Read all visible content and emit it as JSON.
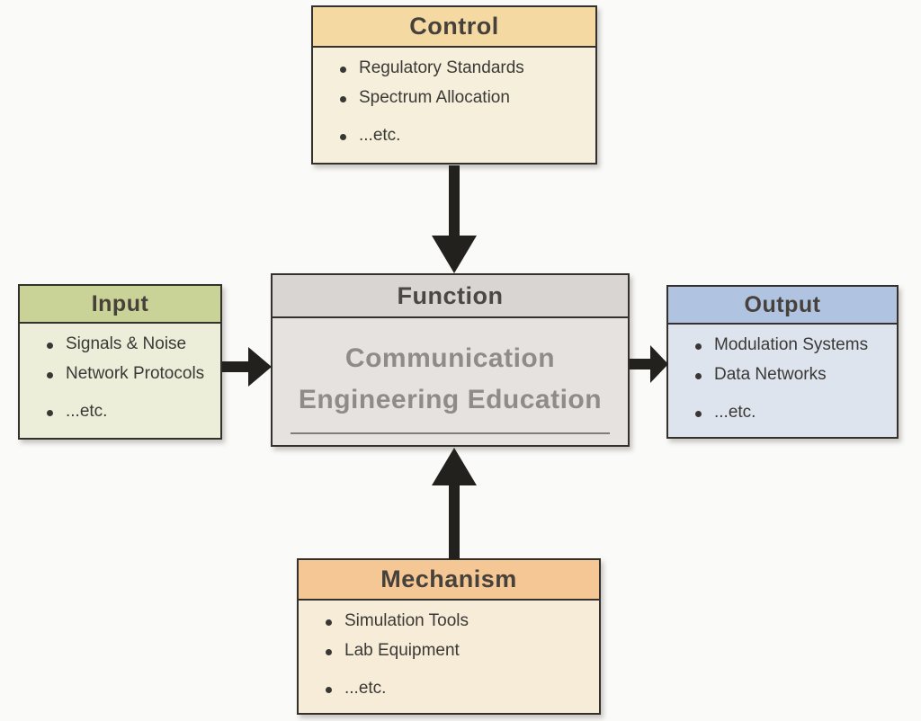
{
  "diagram": {
    "type": "idef0-block-diagram",
    "boxes": {
      "control": {
        "title": "Control",
        "items": [
          "Regulatory Standards",
          "Spectrum Allocation",
          "...etc."
        ],
        "header_color": "#f5d9a2",
        "body_color": "#f5efdb"
      },
      "input": {
        "title": "Input",
        "items": [
          "Signals & Noise",
          "Network Protocols",
          "...etc."
        ],
        "header_color": "#c9d297",
        "body_color": "#edeeda"
      },
      "function": {
        "title": "Function",
        "content_line1": "Communication",
        "content_line2": "Engineering Education",
        "header_color": "#d8d5d2",
        "body_color": "#e5e2df"
      },
      "output": {
        "title": "Output",
        "items": [
          "Modulation Systems",
          "Data Networks",
          "...etc."
        ],
        "header_color": "#b0c3e0",
        "body_color": "#dde4ee"
      },
      "mechanism": {
        "title": "Mechanism",
        "items": [
          "Simulation Tools",
          "Lab Equipment",
          "...etc."
        ],
        "header_color": "#f4c795",
        "body_color": "#f6ecd8"
      }
    },
    "arrows": [
      {
        "name": "control-to-function",
        "direction": "down"
      },
      {
        "name": "input-to-function",
        "direction": "right"
      },
      {
        "name": "function-to-output",
        "direction": "right"
      },
      {
        "name": "mechanism-to-function",
        "direction": "up"
      }
    ],
    "colors": {
      "border": "#34312d",
      "arrow": "#23211e",
      "title_text": "#46413a",
      "item_text": "#3b3936",
      "function_text": "#8f8c88",
      "background": "#fafaf8"
    }
  }
}
